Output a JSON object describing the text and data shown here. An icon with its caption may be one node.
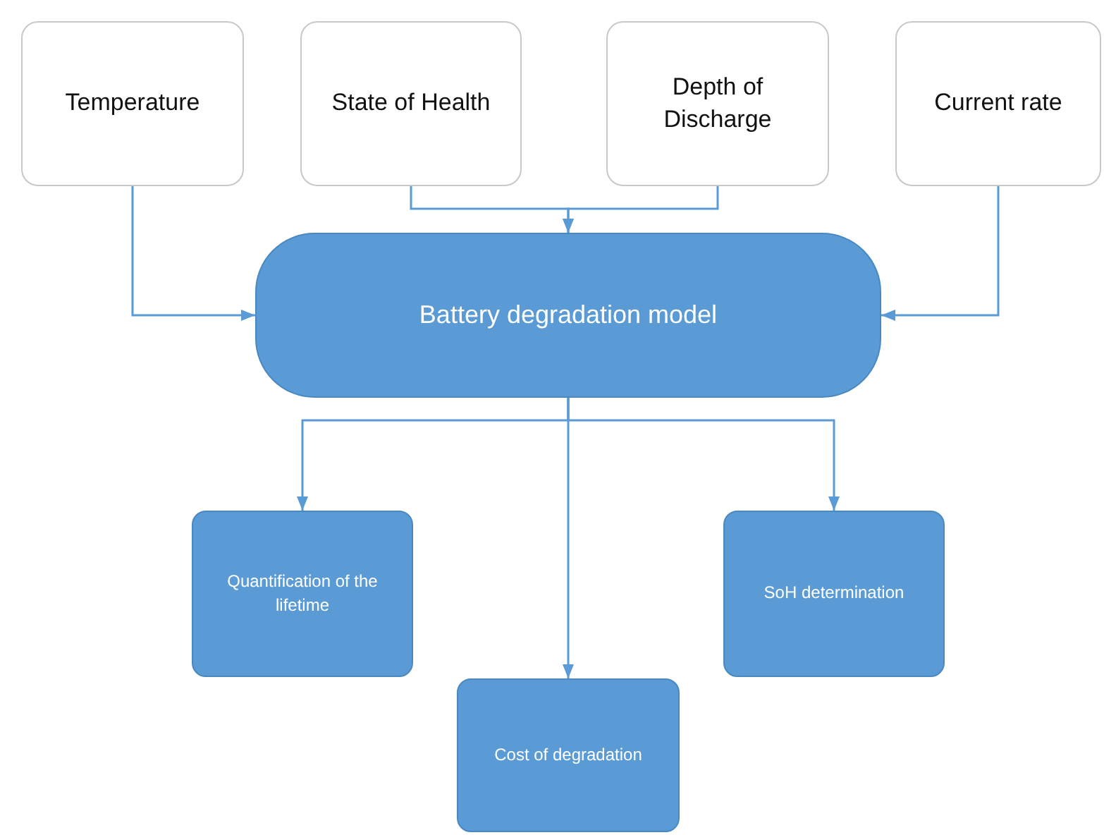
{
  "diagram": {
    "nodes": [
      {
        "text": [
          "Temperature"
        ]
      },
      {
        "text": [
          "State of Health"
        ]
      },
      {
        "text": [
          "Depth of Discharge"
        ]
      },
      {
        "text": [
          "Current rate"
        ]
      },
      {
        "text": [
          "Battery degradation model"
        ]
      },
      {
        "text": [
          "Quantification of the lifetime"
        ]
      },
      {
        "text": [
          "Cost of degradation"
        ]
      },
      {
        "text": [
          "SoH determination"
        ]
      }
    ],
    "edges": [
      {
        "from": 0,
        "to": 4,
        "arrow": "to"
      },
      {
        "from": 1,
        "to": 4,
        "arrow": "to"
      },
      {
        "from": 2,
        "to": 4,
        "arrow": "to"
      },
      {
        "from": 3,
        "to": 4,
        "arrow": "to"
      },
      {
        "from": 4,
        "to": 5,
        "arrow": "to"
      },
      {
        "from": 4,
        "to": 6,
        "arrow": "to"
      },
      {
        "from": 4,
        "to": 7,
        "arrow": "to"
      }
    ]
  }
}
